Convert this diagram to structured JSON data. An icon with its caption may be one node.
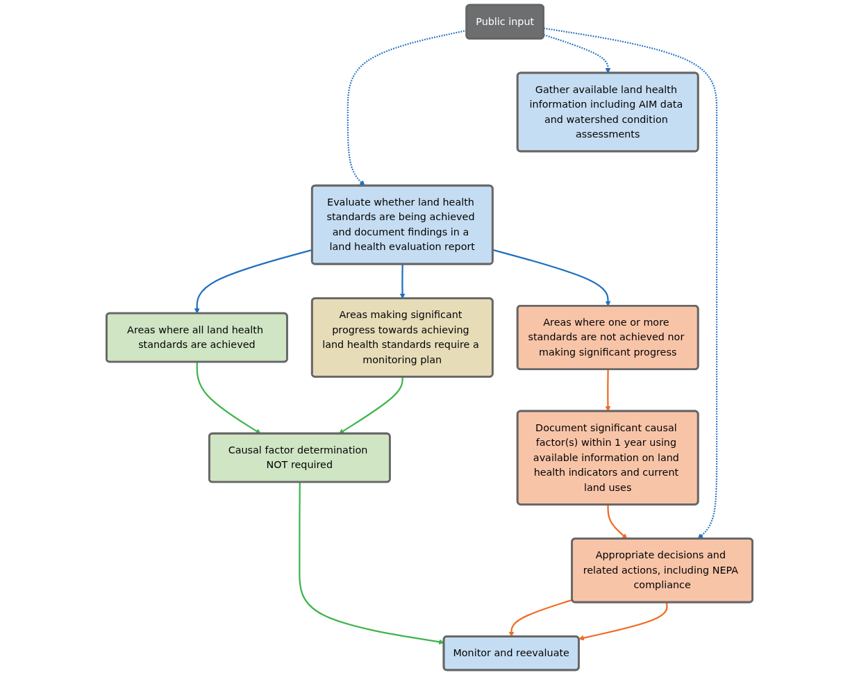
{
  "diagram": {
    "nodes": [
      {
        "text": [
          "Gather available land health information including AIM data and watershed condition assessments"
        ]
      },
      {
        "text": [
          "Evaluate whether land health standards are being achieved and document findings in a land health evaluation report"
        ]
      },
      {
        "text": [
          "Areas where all land health standards are achieved"
        ]
      },
      {
        "text": [
          "Areas making significant progress towards achieving land health standards require a monitoring plan"
        ]
      },
      {
        "text": [
          "Areas where one or more standards are not achieved nor making significant progress"
        ]
      },
      {
        "text": [
          "Document significant causal factor(s) within 1 year using available information on land health indicators and current land uses"
        ]
      },
      {
        "text": [
          "Causal factor determination NOT required"
        ]
      },
      {
        "text": [
          "Appropriate decisions and related actions, including NEPA compliance"
        ]
      },
      {
        "text": [
          "Monitor and reevaluate"
        ]
      },
      {
        "text": [
          "Public input"
        ]
      }
    ],
    "edges": [
      {
        "from": 1,
        "to": 2,
        "arrow": "to"
      },
      {
        "from": 1,
        "to": 3,
        "arrow": "to"
      },
      {
        "from": 1,
        "to": 4,
        "arrow": "to"
      },
      {
        "from": 2,
        "to": 6,
        "arrow": "to",
        "color": "#3db54a"
      },
      {
        "from": 3,
        "to": 6,
        "arrow": "to",
        "color": "#3db54a"
      },
      {
        "from": 4,
        "to": 5,
        "arrow": "to",
        "color": "#f26a21"
      },
      {
        "from": 5,
        "to": 7,
        "arrow": "to",
        "color": "#f26a21"
      },
      {
        "from": 6,
        "to": 8,
        "arrow": "to",
        "color": "#3db54a"
      },
      {
        "from": 7,
        "to": 8,
        "arrow": "to",
        "color": "#f26a21"
      },
      {
        "from": 7,
        "to": 8,
        "arrow": "to",
        "color": "#f26a21"
      },
      {
        "from": 9,
        "to": 0,
        "arrow": "to",
        "style": "dashed"
      },
      {
        "from": 9,
        "to": 1,
        "arrow": "to",
        "style": "dashed"
      },
      {
        "from": 9,
        "to": 7,
        "arrow": "to",
        "style": "dashed"
      }
    ]
  }
}
